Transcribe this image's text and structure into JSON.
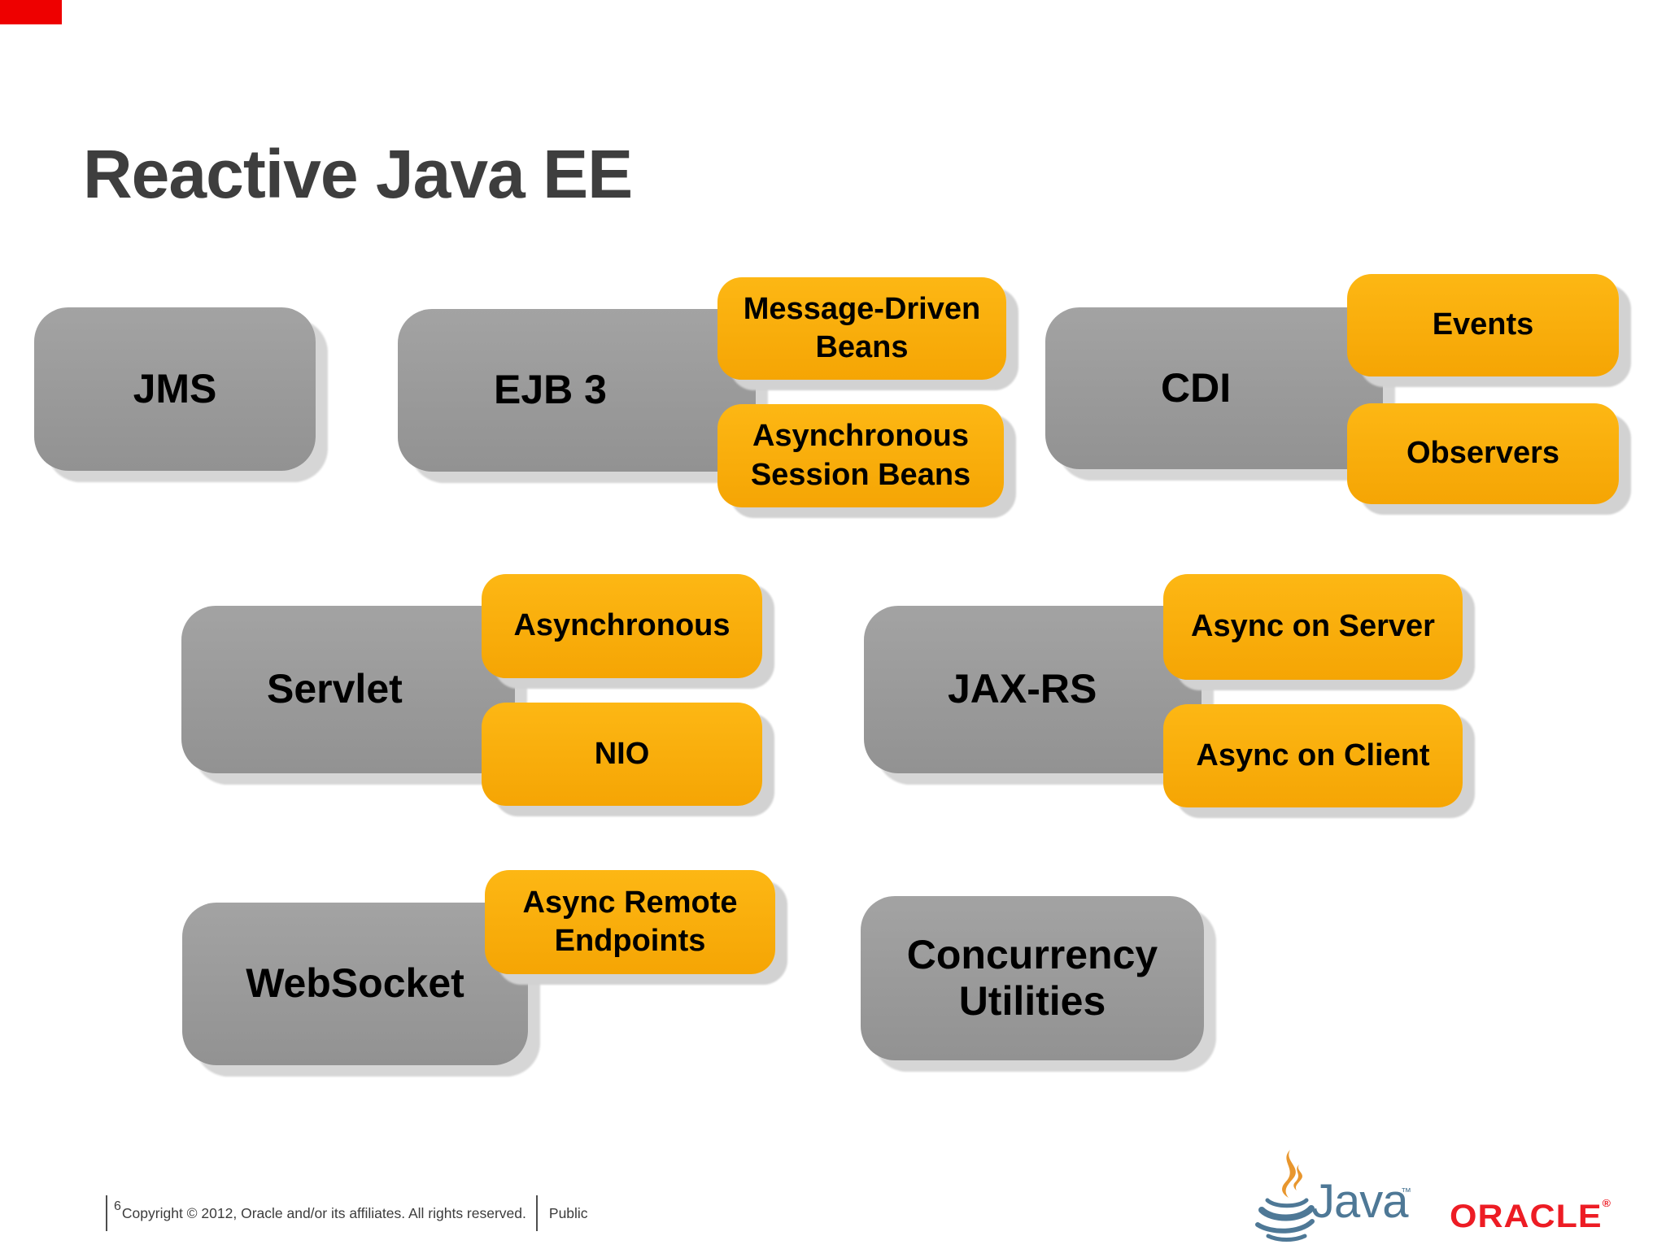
{
  "slide": {
    "title": "Reactive Java EE"
  },
  "groups": [
    {
      "parent": "JMS",
      "children": []
    },
    {
      "parent": "EJB 3",
      "children": [
        "Message-Driven Beans",
        "Asynchronous Session Beans"
      ]
    },
    {
      "parent": "CDI",
      "children": [
        "Events",
        "Observers"
      ]
    },
    {
      "parent": "Servlet",
      "children": [
        "Asynchronous",
        "NIO"
      ]
    },
    {
      "parent": "JAX-RS",
      "children": [
        "Async on Server",
        "Async on Client"
      ]
    },
    {
      "parent": "WebSocket",
      "children": [
        "Async Remote Endpoints"
      ]
    },
    {
      "parent": "Concurrency Utilities",
      "children": []
    }
  ],
  "footer": {
    "slide_number": "6",
    "copyright": "Copyright © 2012, Oracle and/or its affiliates. All rights reserved.",
    "classification": "Public"
  },
  "branding": {
    "java_wordmark": "Java",
    "java_trademark": "™",
    "oracle_wordmark": "ORACLE",
    "oracle_registered": "®"
  },
  "palette": {
    "parent_box_gray": "#9B9B9B",
    "child_box_orange": "#FBAD18",
    "box_text_black": "#000000",
    "title_gray": "#3E3E3E",
    "drop_shadow_gray": "#D6D6D6",
    "corner_flag_red": "#EE0000",
    "oracle_red": "#ED1C24",
    "java_blue": "#4E7896",
    "java_flame_orange": "#E8962D",
    "footer_text_gray": "#3C3C3C",
    "background": "#FFFFFF"
  }
}
